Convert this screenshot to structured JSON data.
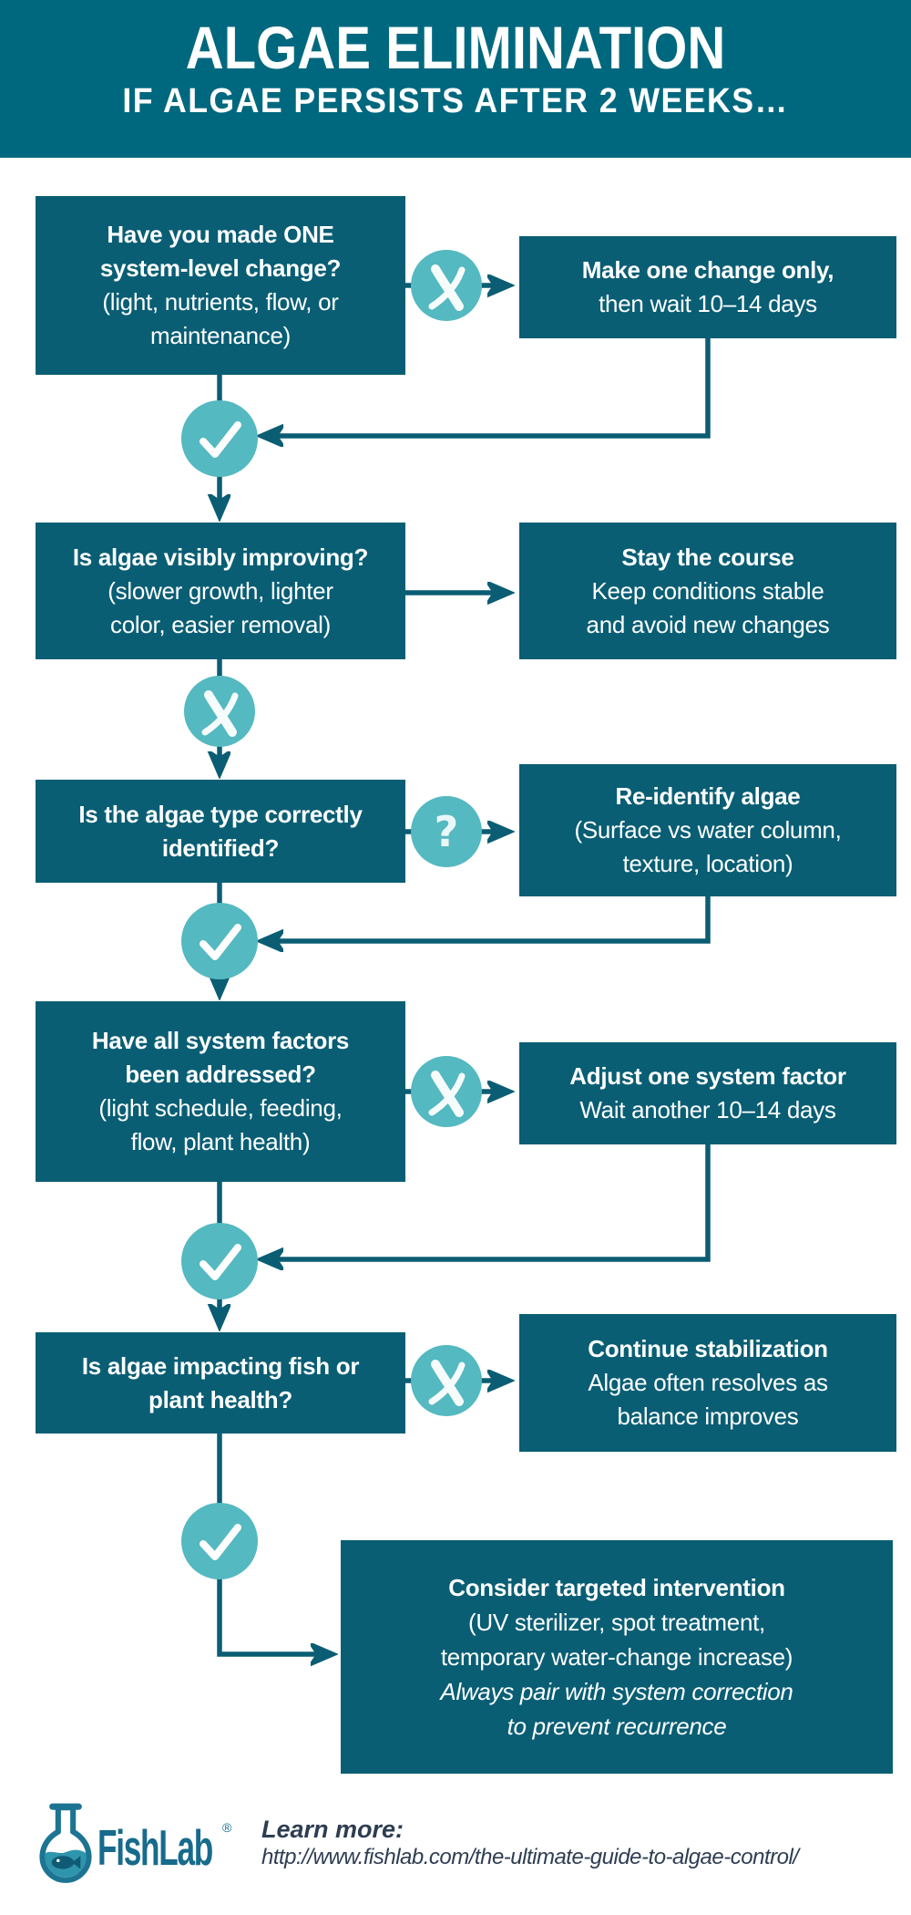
{
  "header": {
    "title": "ALGAE ELIMINATION",
    "subtitle": "IF ALGAE PERSISTS AFTER 2 WEEKS…"
  },
  "boxes": {
    "q1": {
      "title": "Have you made ONE\nsystem-level change?",
      "body": "(light, nutrients, flow, or\nmaintenance)"
    },
    "a1": {
      "title": "Make one change only,",
      "body": "then wait 10–14 days"
    },
    "q2": {
      "title": "Is algae visibly improving?",
      "body": "(slower growth, lighter\ncolor, easier removal)"
    },
    "a2": {
      "title": "Stay the course",
      "body": "Keep conditions stable\nand avoid new changes"
    },
    "q3": {
      "title": "Is the algae type correctly\nidentified?"
    },
    "a3": {
      "title": "Re-identify algae",
      "body": "(Surface vs water column,\ntexture, location)"
    },
    "q4": {
      "title": "Have all system factors\nbeen addressed?",
      "body": "(light schedule, feeding,\nflow, plant health)"
    },
    "a4": {
      "title": "Adjust one system factor",
      "body": "Wait another 10–14 days"
    },
    "q5": {
      "title": "Is algae impacting fish or\nplant health?"
    },
    "a5": {
      "title": "Continue stabilization",
      "body": "Algae often resolves as\nbalance improves"
    },
    "final": {
      "title": "Consider targeted intervention",
      "body": "(UV sterilizer, spot treatment,\ntemporary water-change increase)",
      "note": "Always pair with system correction\nto prevent recurrence"
    }
  },
  "glyphs": {
    "question_mark": "?"
  },
  "footer": {
    "brand": "FishLab",
    "registered_mark": "®",
    "learn_more_label": "Learn more:",
    "url": "http://www.fishlab.com/the-ultimate-guide-to-algae-control/"
  },
  "colors": {
    "header_bg": "#00687e",
    "box_bg": "#095e74",
    "circle_bg": "#54b9c0",
    "connector": "#0a5d73",
    "text_on_teal": "#ffffff",
    "footer_text": "#2e3d52",
    "brand": "#176b8c"
  }
}
